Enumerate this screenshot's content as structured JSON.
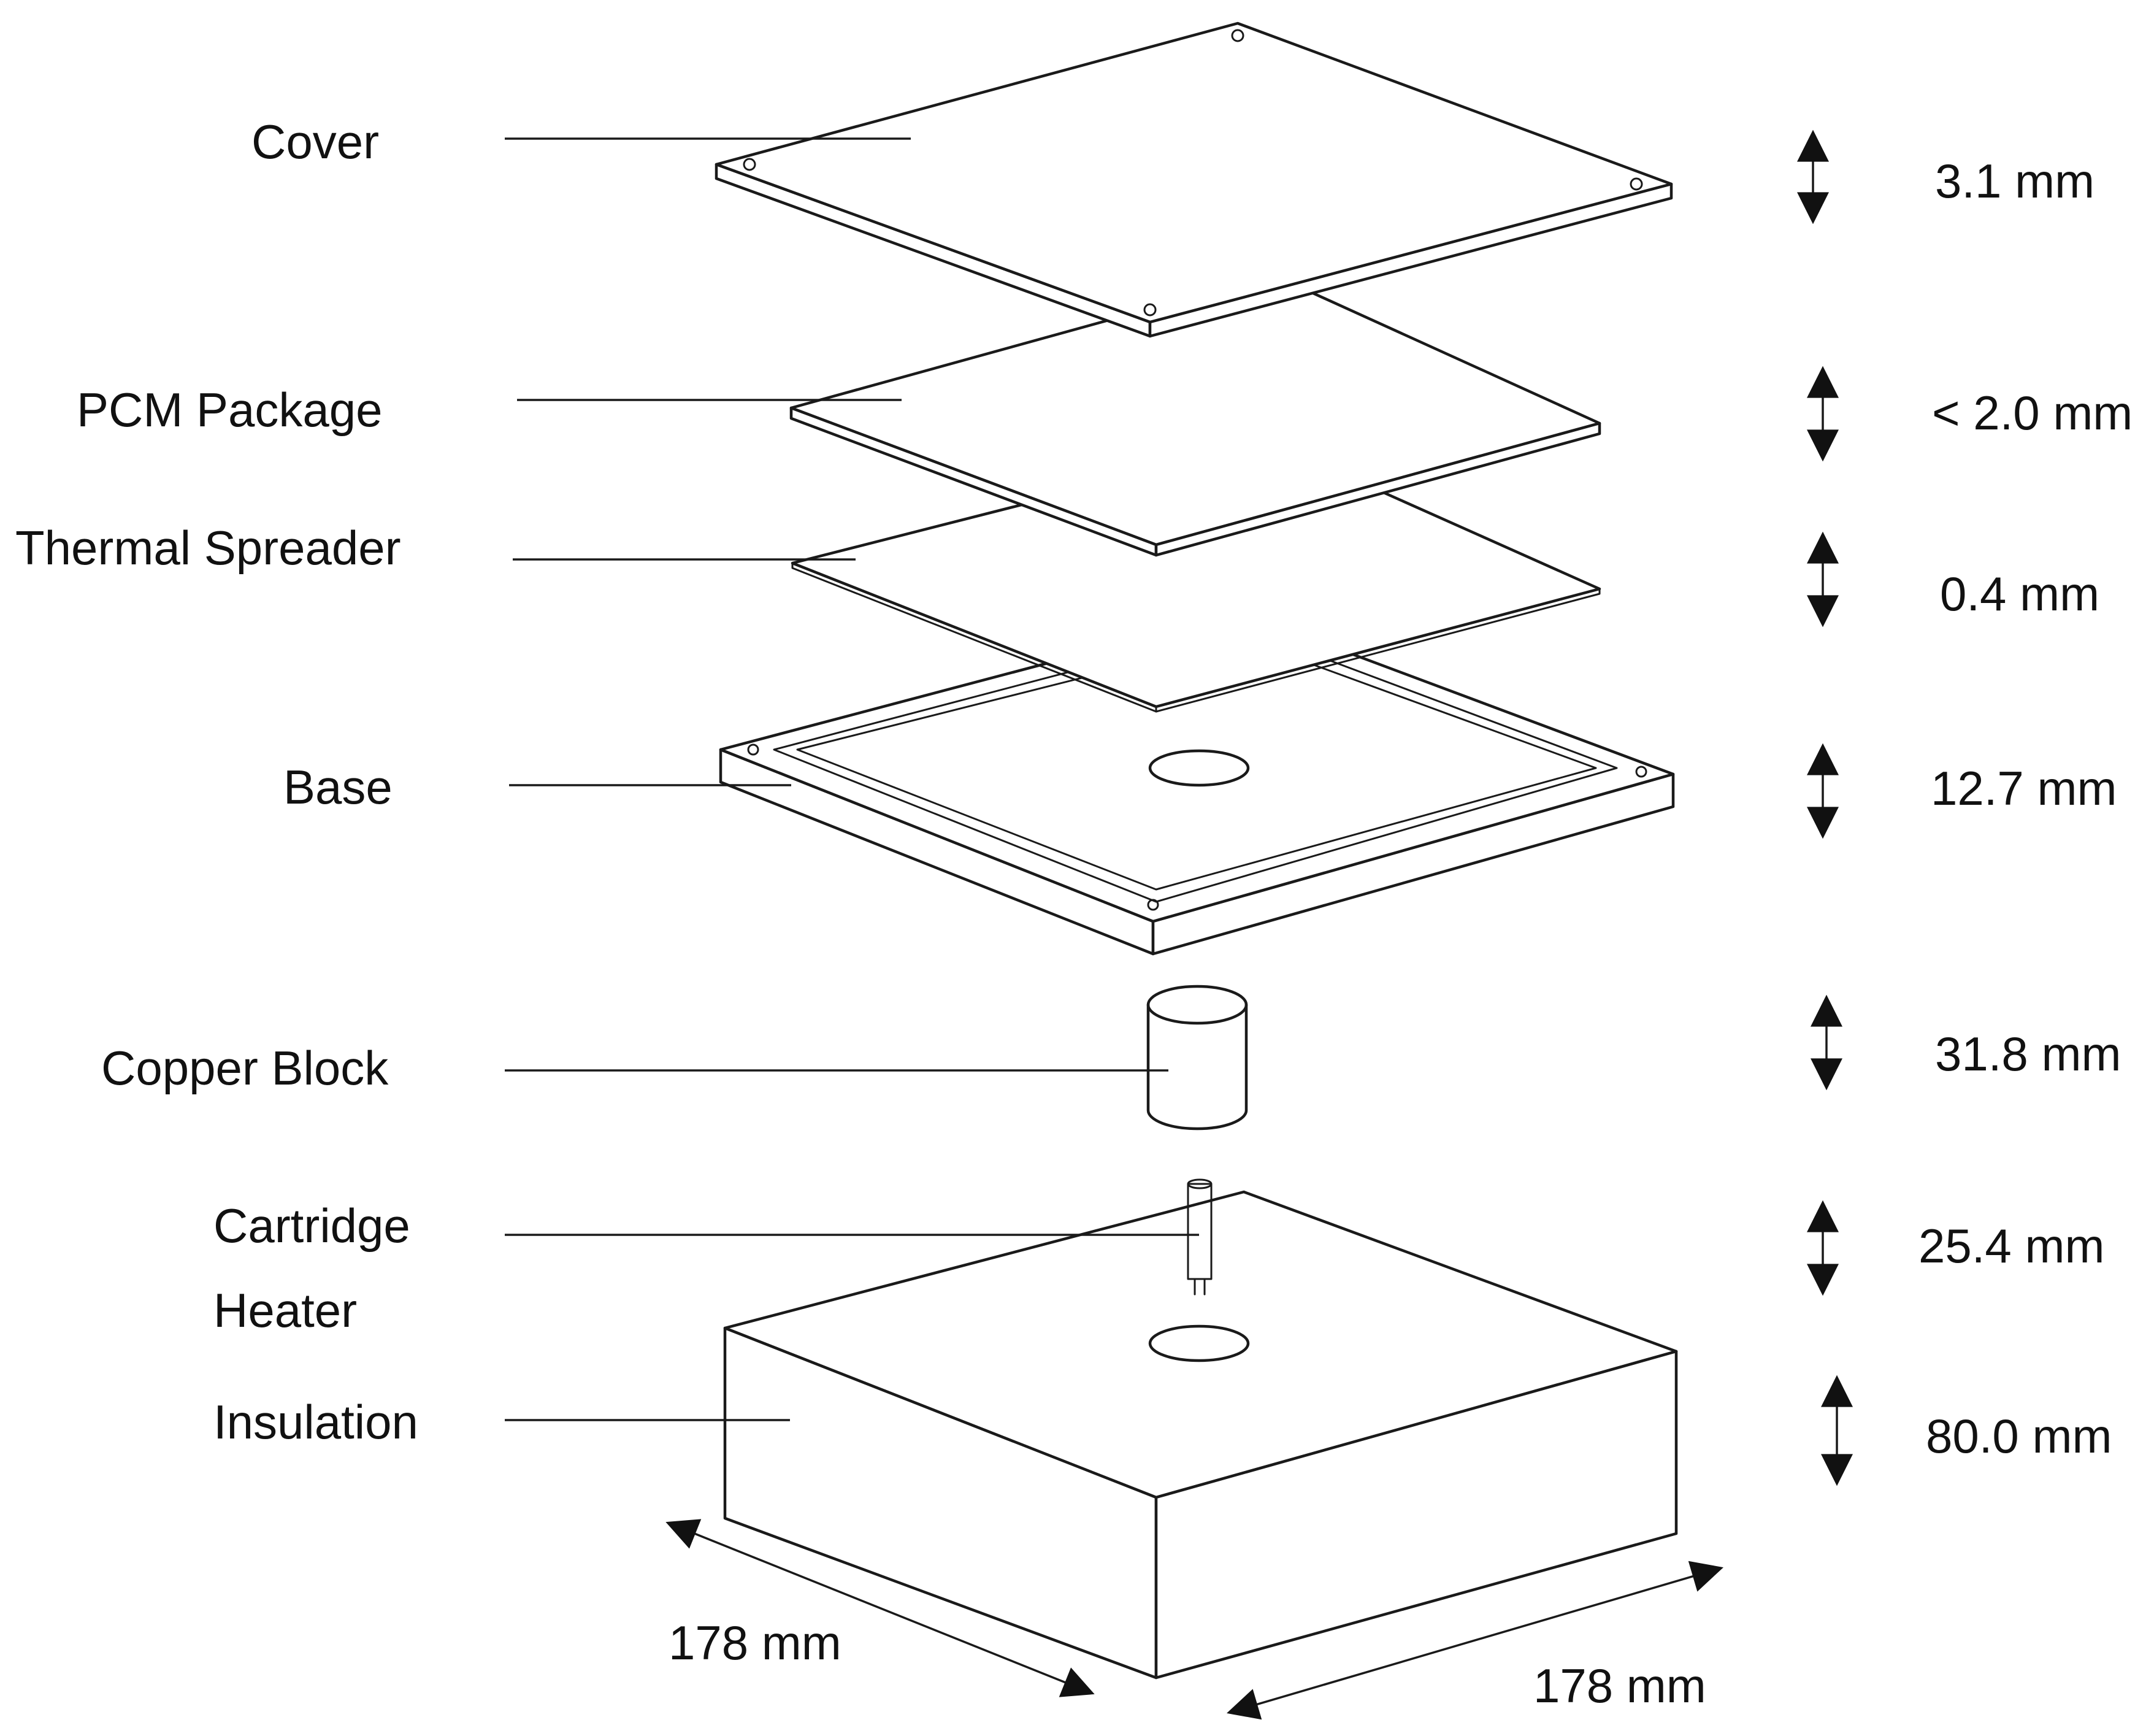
{
  "components": [
    {
      "name": "Cover",
      "thickness": "3.1 mm"
    },
    {
      "name": "PCM Package",
      "thickness": "< 2.0 mm"
    },
    {
      "name": "Thermal Spreader",
      "thickness": "0.4 mm"
    },
    {
      "name": "Base",
      "thickness": "12.7 mm"
    },
    {
      "name": "Copper Block",
      "thickness": "31.8 mm"
    },
    {
      "name_line1": "Cartridge",
      "name_line2": "Heater",
      "thickness": "25.4 mm"
    },
    {
      "name": "Insulation",
      "thickness": "80.0 mm"
    }
  ],
  "footprint": {
    "left_dimension": "178 mm",
    "right_dimension": "178 mm"
  },
  "colors": {
    "line": "#1a1a1a",
    "background": "#ffffff"
  }
}
